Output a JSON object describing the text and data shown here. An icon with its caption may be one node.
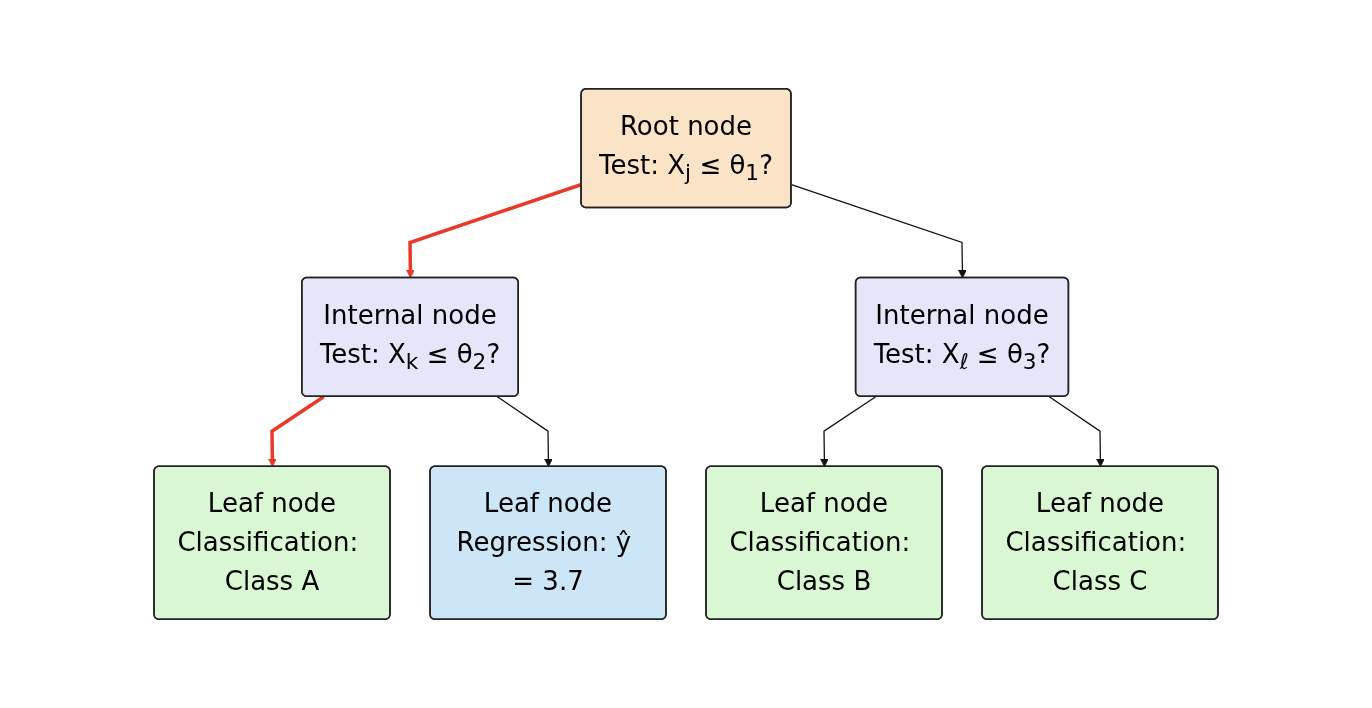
{
  "diagram": {
    "nodes": [
      {
        "text": [
          "Root node",
          "Test: X$_{j}$ ≤ θ$_{1}$?"
        ]
      },
      {
        "text": [
          "Internal node",
          "Test: X$_{k}$ ≤ θ$_{2}$?"
        ]
      },
      {
        "text": [
          "Internal node",
          "Test: X$_{ℓ}$ ≤ θ$_{3}$?"
        ]
      },
      {
        "text": [
          "Leaf node",
          "Classification: Class A"
        ]
      },
      {
        "text": [
          "Leaf node",
          "Regression: ŷ = 3.7"
        ]
      },
      {
        "text": [
          "Leaf node",
          "Classification: Class B"
        ]
      },
      {
        "text": [
          "Leaf node",
          "Classification: Class C"
        ]
      }
    ],
    "edges": [
      {
        "from": 0,
        "to": 1,
        "arrow": "to",
        "style": "thick",
        "color": "#e8392a"
      },
      {
        "from": 0,
        "to": 2,
        "arrow": "to"
      },
      {
        "from": 1,
        "to": 3,
        "arrow": "to",
        "style": "thick",
        "color": "#e8392a"
      },
      {
        "from": 1,
        "to": 4,
        "arrow": "to"
      },
      {
        "from": 2,
        "to": 5,
        "arrow": "to"
      },
      {
        "from": 2,
        "to": 6,
        "arrow": "to"
      }
    ]
  }
}
